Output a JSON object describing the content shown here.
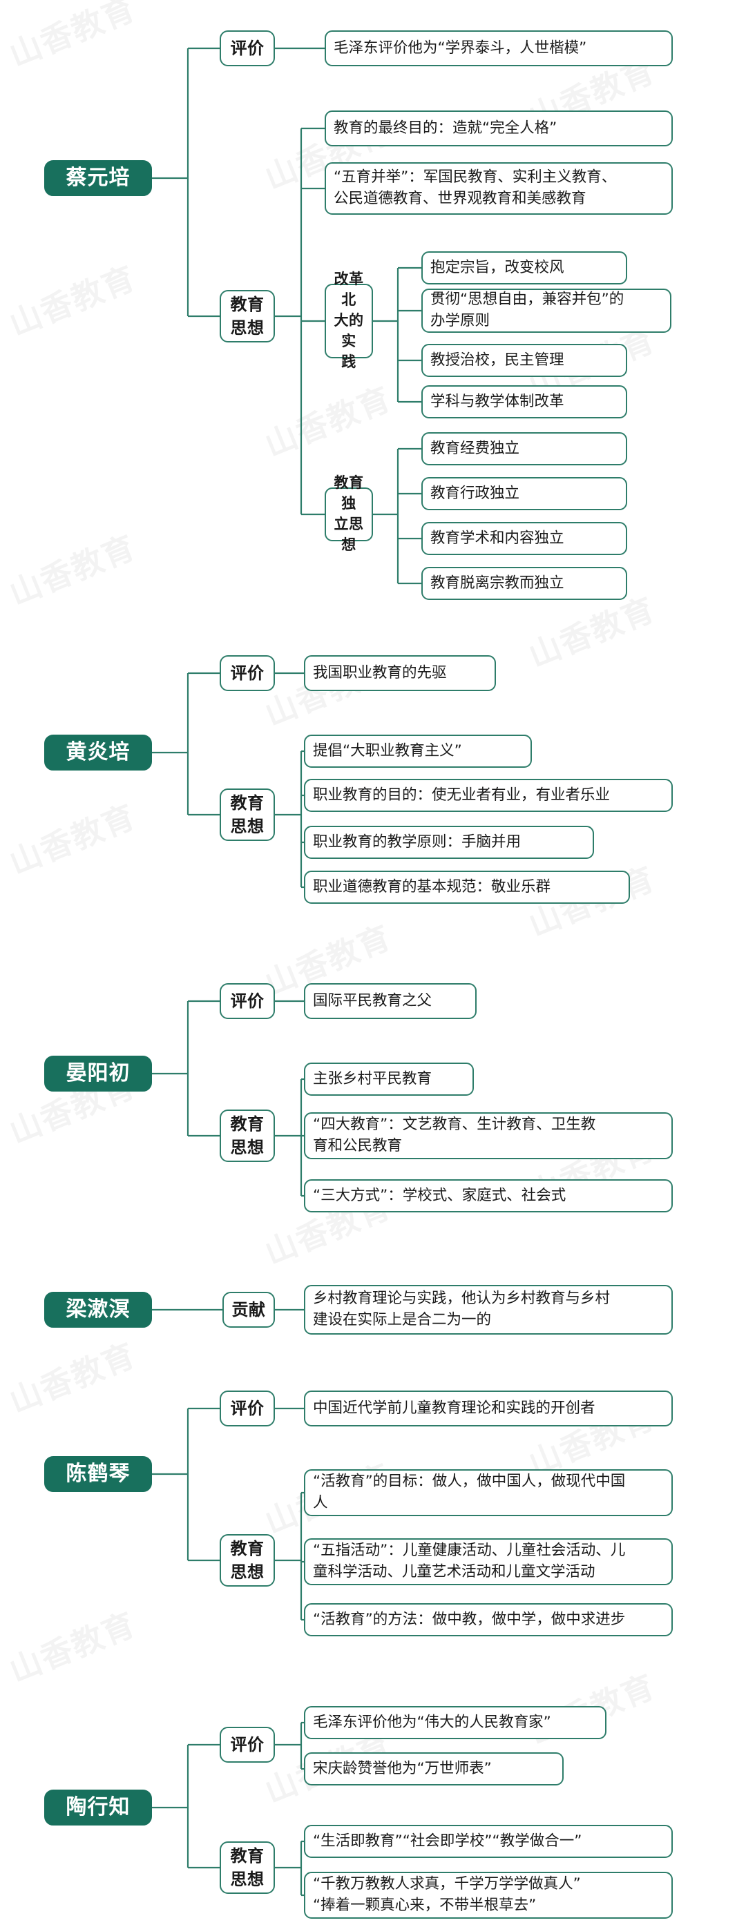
{
  "meta": {
    "watermark_text": "山香教育",
    "accent_color": "#2e7d6a",
    "root_fill_color": "#18705d",
    "text_color": "#1a1a1a"
  },
  "labels": {
    "evaluation": "评价",
    "education_thought": "教育\n思想",
    "contribution": "贡献",
    "beida_reform": "改革北\n大的实\n践",
    "education_independence": "教育独\n立思想"
  },
  "sections": [
    {
      "id": "cai-yuanpei",
      "root": "蔡元培",
      "evaluation": [
        "毛泽东评价他为“学界泰斗，人世楷模”"
      ],
      "thoughts": [
        "教育的最终目的：造就“完全人格”",
        "“五育并举”：军国民教育、实利主义教育、\n公民道德教育、世界观教育和美感教育"
      ],
      "beida_reform": [
        "抱定宗旨，改变校风",
        "贯彻“思想自由，兼容并包”的\n办学原则",
        "教授治校，民主管理",
        "学科与教学体制改革"
      ],
      "education_independence": [
        "教育经费独立",
        "教育行政独立",
        "教育学术和内容独立",
        "教育脱离宗教而独立"
      ]
    },
    {
      "id": "huang-yanpei",
      "root": "黄炎培",
      "evaluation": [
        "我国职业教育的先驱"
      ],
      "thoughts": [
        "提倡“大职业教育主义”",
        "职业教育的目的：使无业者有业，有业者乐业",
        "职业教育的教学原则：手脑并用",
        "职业道德教育的基本规范：敬业乐群"
      ]
    },
    {
      "id": "yan-yangchu",
      "root": "晏阳初",
      "evaluation": [
        "国际平民教育之父"
      ],
      "thoughts": [
        "主张乡村平民教育",
        "“四大教育”：文艺教育、生计教育、卫生教\n育和公民教育",
        "“三大方式”：学校式、家庭式、社会式"
      ]
    },
    {
      "id": "liang-shuming",
      "root": "梁漱溟",
      "contribution": [
        "乡村教育理论与实践，他认为乡村教育与乡村\n建设在实际上是合二为一的"
      ]
    },
    {
      "id": "chen-heqin",
      "root": "陈鹤琴",
      "evaluation": [
        "中国近代学前儿童教育理论和实践的开创者"
      ],
      "thoughts": [
        "“活教育”的目标：做人，做中国人，做现代中国\n人",
        "“五指活动”：儿童健康活动、儿童社会活动、儿\n童科学活动、儿童艺术活动和儿童文学活动",
        "“活教育”的方法：做中教，做中学，做中求进步"
      ]
    },
    {
      "id": "tao-xingzhi",
      "root": "陶行知",
      "evaluation": [
        "毛泽东评价他为“伟大的人民教育家”",
        "宋庆龄赞誉他为“万世师表”"
      ],
      "thoughts": [
        "“生活即教育”“社会即学校”“教学做合一”",
        "“千教万教教人求真，千学万学学做真人”\n“捧着一颗真心来，不带半根草去”"
      ]
    }
  ]
}
